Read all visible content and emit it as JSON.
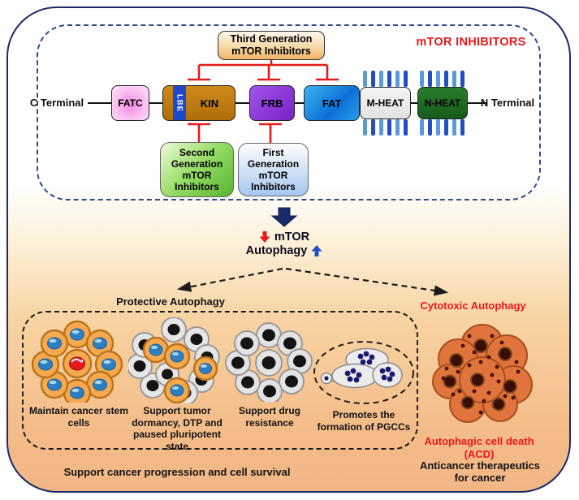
{
  "colors": {
    "accent_red": "#e8191c",
    "navy": "#1b2a6b",
    "dash_blue": "#2e4d8f",
    "kin_orange": "#bf7a10",
    "frb_purple": "#8a30d6",
    "fat_blue": "#1e8fe0",
    "fatc_pink": "#f6aef0",
    "mheat_gray": "#ececec",
    "nheat_green": "#1e6b21",
    "lbe_blue": "#1d49cf"
  },
  "top": {
    "heading": "mTOR INHIBITORS",
    "c_terminal": "C Terminal",
    "n_terminal": "N Terminal",
    "domains": {
      "fatc": "FATC",
      "lbe": "LBE",
      "kin": "KIN",
      "frb": "FRB",
      "fat": "FAT",
      "m_heat": "M-HEAT",
      "n_heat": "N-HEAT"
    },
    "inhibitors": {
      "third": "Third Generation\nmTOR Inhibitors",
      "second": "Second\nGeneration\nmTOR\nInhibitors",
      "first": "First\nGeneration\nmTOR\nInhibitors"
    }
  },
  "middle": {
    "mtor": "mTOR",
    "mtor_direction": "down",
    "autophagy": "Autophagy",
    "autophagy_direction": "up"
  },
  "bottom": {
    "protective_title": "Protective Autophagy",
    "cytotoxic_title": "Cytotoxic Autophagy",
    "captions": [
      "Maintain cancer stem cells",
      "Support tumor dormancy, DTP and paused pluripotent state",
      "Support drug resistance",
      "Promotes the formation of PGCCs"
    ],
    "acd": "Autophagic cell death (ACD)",
    "footer_left": "Support cancer progression and cell survival",
    "footer_right": "Anticancer therapeutics\nfor cancer"
  }
}
